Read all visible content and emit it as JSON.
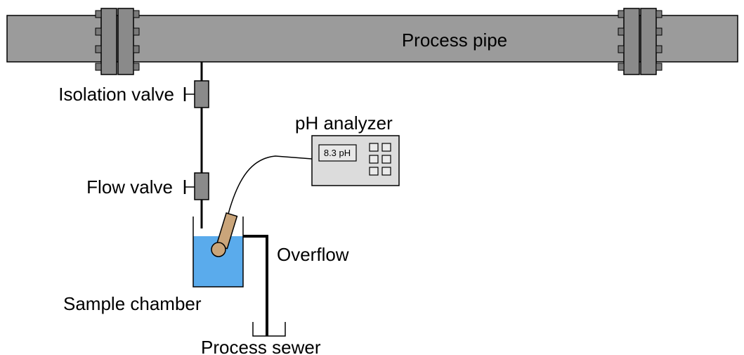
{
  "labels": {
    "process_pipe": "Process pipe",
    "isolation_valve": "Isolation valve",
    "flow_valve": "Flow valve",
    "ph_analyzer": "pH analyzer",
    "overflow": "Overflow",
    "sample_chamber": "Sample chamber",
    "process_sewer": "Process sewer"
  },
  "analyzer": {
    "display_value": "8.3 pH",
    "keypad_buttons": 6
  },
  "colors": {
    "pipe": "#9b9b9b",
    "flange": "#8a8a8a",
    "water": "#5aabec",
    "probe": "#caa57a",
    "analyzer_body": "#dcdcdc"
  }
}
